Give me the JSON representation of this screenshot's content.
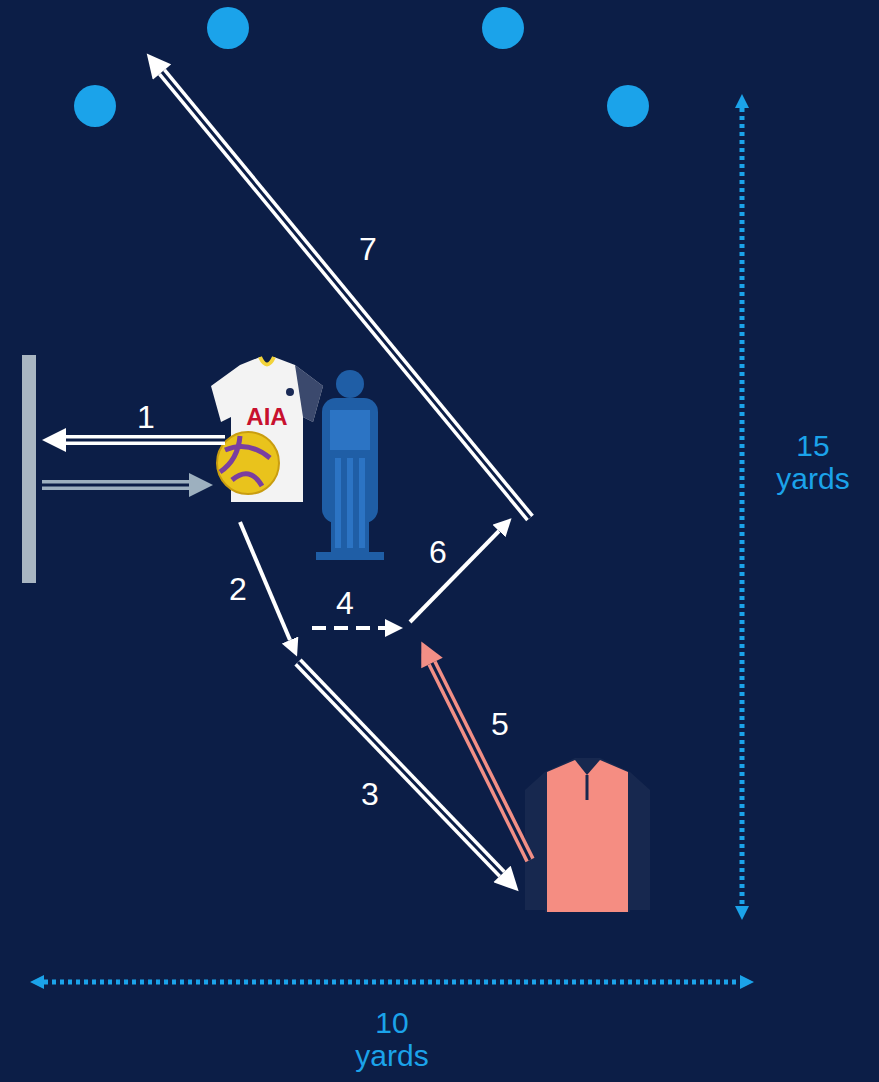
{
  "diagram": {
    "labels": [
      "1",
      "2",
      "3",
      "4",
      "5",
      "6",
      "7",
      "15 yards",
      "10 yards",
      "AIA"
    ]
  }
}
